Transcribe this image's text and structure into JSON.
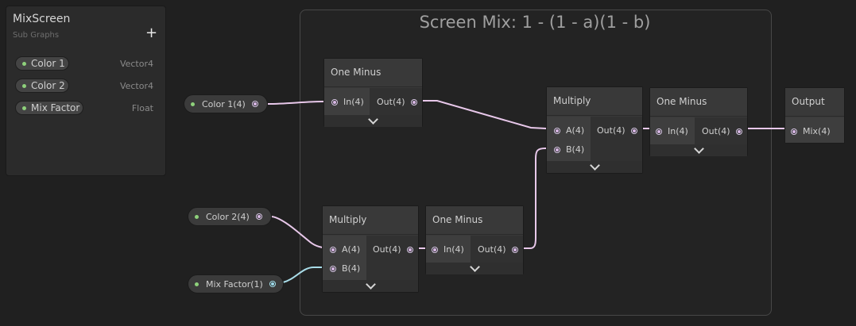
{
  "blackboard": {
    "title": "MixScreen",
    "subtitle": "Sub Graphs",
    "add_icon": "plus-icon",
    "properties": [
      {
        "name": "Color 1",
        "type": "Vector4"
      },
      {
        "name": "Color 2",
        "type": "Vector4"
      },
      {
        "name": "Mix Factor",
        "type": "Float"
      }
    ]
  },
  "group": {
    "title": "Screen Mix: 1 - (1 - a)(1 - b)"
  },
  "property_nodes": {
    "color1": "Color 1(4)",
    "color2": "Color 2(4)",
    "mixfactor": "Mix Factor(1)"
  },
  "nodes": {
    "one_minus_top": {
      "title": "One Minus",
      "in": "In(4)",
      "out": "Out(4)"
    },
    "multiply_bottom": {
      "title": "Multiply",
      "in_a": "A(4)",
      "in_b": "B(4)",
      "out": "Out(4)"
    },
    "one_minus_bottom": {
      "title": "One Minus",
      "in": "In(4)",
      "out": "Out(4)"
    },
    "multiply_mid": {
      "title": "Multiply",
      "in_a": "A(4)",
      "in_b": "B(4)",
      "out": "Out(4)"
    },
    "one_minus_final": {
      "title": "One Minus",
      "in": "In(4)",
      "out": "Out(4)"
    },
    "output": {
      "title": "Output",
      "in": "Mix(4)"
    }
  },
  "colors": {
    "background": "#202020",
    "wire_vector": "#e8c8ea",
    "wire_float": "#a8dce8",
    "property_dot": "#8ed17b"
  }
}
